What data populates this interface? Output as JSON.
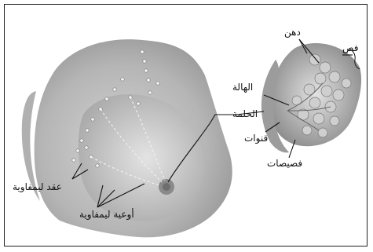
{
  "labels": {
    "lobe": "فص",
    "fat": "دهن",
    "areola": "الهالة",
    "nipple": "الحلمة",
    "ducts": "قنوات",
    "lobules": "فصيصات",
    "lymph_nodes": "عقد ليمفاوية",
    "lymph_vessels": "أوعية ليمفاوية"
  },
  "colors": {
    "figure_fill": "#bdbdbd",
    "figure_light": "#d9d9d9",
    "nipple": "#8a8a8a",
    "line": "#111111"
  }
}
